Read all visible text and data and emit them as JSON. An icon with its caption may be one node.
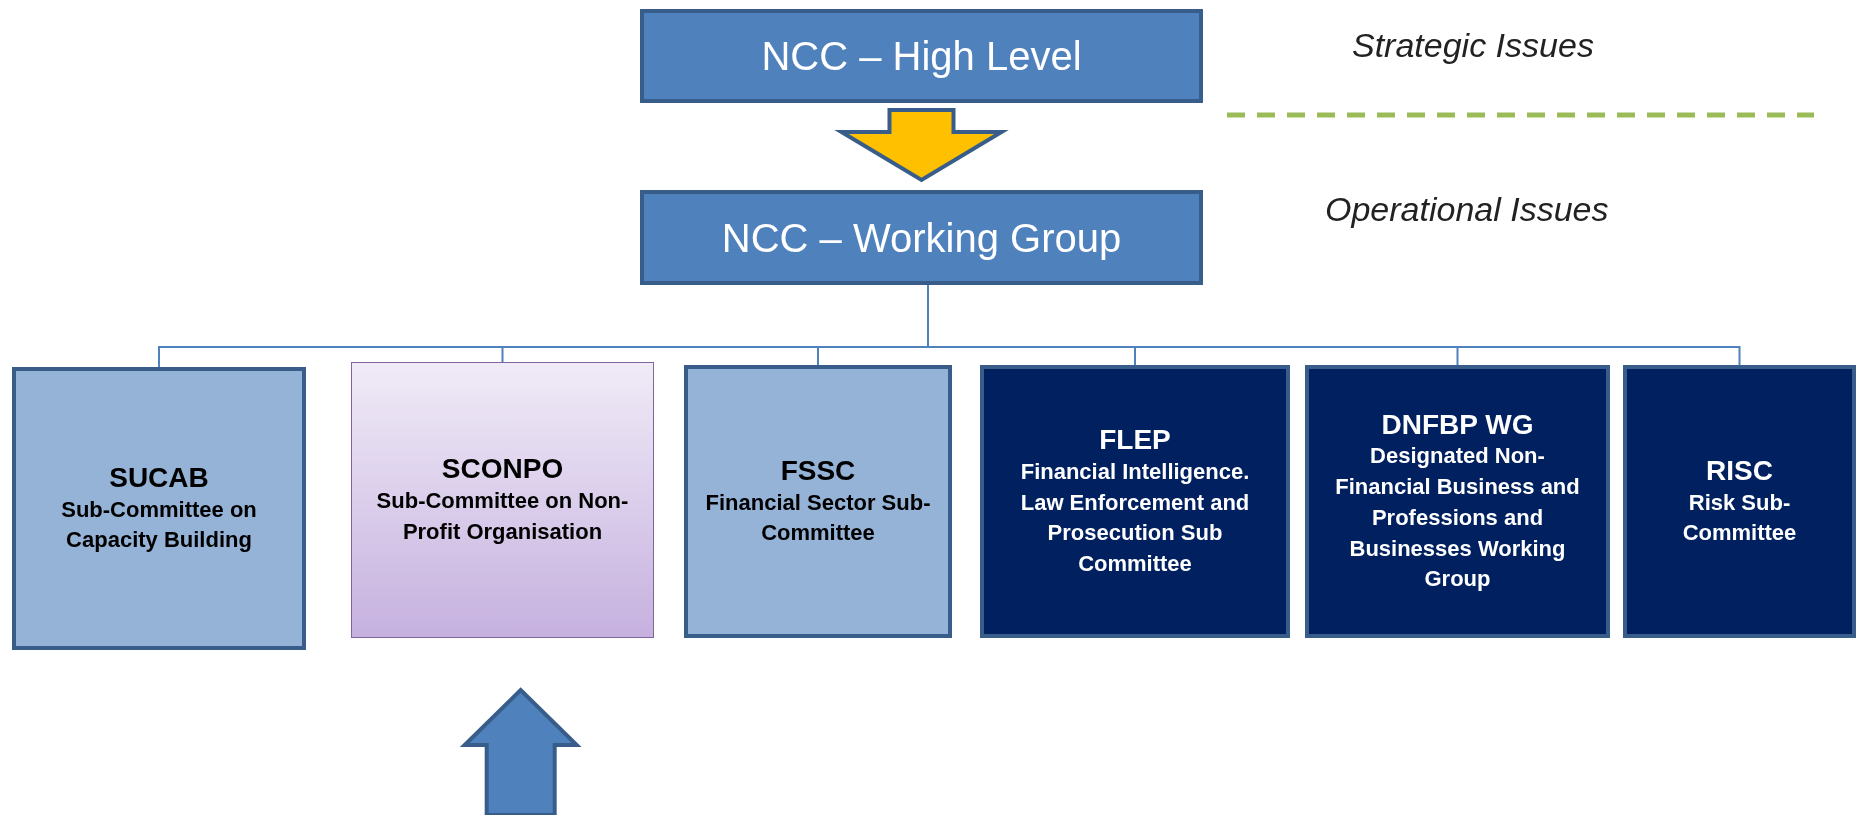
{
  "diagram": {
    "nodes": [
      {
        "text": [
          "NCC – High Level"
        ]
      },
      {
        "text": [
          "NCC – Working Group"
        ]
      },
      {
        "text": [
          "SUCAB",
          "Sub-Committee on Capacity Building"
        ]
      },
      {
        "text": [
          "SCONPO",
          "Sub-Committee on Non-Profit Organisation"
        ]
      },
      {
        "text": [
          "FSSC",
          "Financial Sector Sub-Committee"
        ]
      },
      {
        "text": [
          "FLEP",
          "Financial Intelligence. Law Enforcement and Prosecution Sub Committee"
        ]
      },
      {
        "text": [
          "DNFBP WG",
          "Designated Non-Financial Business and Professions and Businesses Working Group"
        ]
      },
      {
        "text": [
          "RISC",
          "Risk Sub-Committee"
        ]
      }
    ],
    "edges": [
      {
        "from": 0,
        "to": 1,
        "arrow": "to",
        "style": "thick",
        "color": "#ffc000"
      },
      {
        "from": 1,
        "to": 2,
        "arrow": "none"
      },
      {
        "from": 1,
        "to": 3,
        "arrow": "none"
      },
      {
        "from": 1,
        "to": 4,
        "arrow": "none"
      },
      {
        "from": 1,
        "to": 5,
        "arrow": "none"
      },
      {
        "from": 1,
        "to": 6,
        "arrow": "none"
      },
      {
        "from": 1,
        "to": 7,
        "arrow": "none"
      },
      {
        "from": null,
        "to": 3,
        "arrow": "to",
        "style": "thick",
        "color": "#4f81bd"
      }
    ],
    "labels": [
      "Strategic Issues",
      "Operational Issues"
    ]
  }
}
